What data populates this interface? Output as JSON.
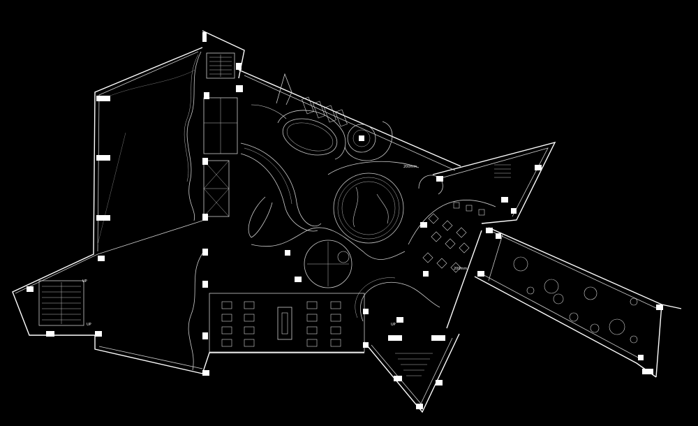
{
  "drawing": {
    "background_color": "#000000",
    "line_color": "#ffffff",
    "labels": {
      "stair_label_left_1": "UP",
      "stair_label_left_2": "UP",
      "stair_label_center": "UP",
      "dim_label_1": "200mm",
      "dim_label_2": "200mm"
    }
  }
}
